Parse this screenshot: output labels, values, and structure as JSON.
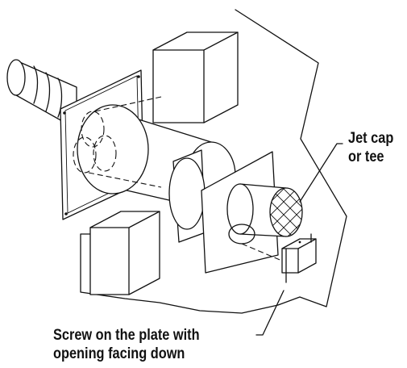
{
  "callouts": {
    "jet_cap": {
      "line1": "Jet cap",
      "line2": "or tee"
    },
    "screw_plate": {
      "line1": "Screw on the plate with",
      "line2": "opening facing down"
    }
  },
  "colors": {
    "line": "#111111",
    "background": "#ffffff"
  }
}
